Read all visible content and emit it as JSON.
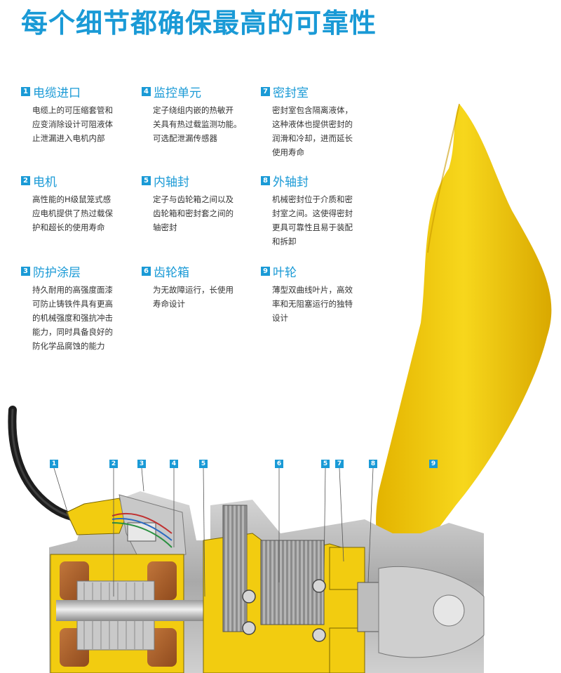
{
  "title": "每个细节都确保最高的可靠性",
  "sections": [
    {
      "num": "1",
      "heading": "电缆进口",
      "body": "电缆上的可压缩套管和\n应变消除设计可阻液体\n止泄漏进入电机内部"
    },
    {
      "num": "2",
      "heading": "电机",
      "body": "高性能的H级鼠笼式感\n应电机提供了热过载保\n护和超长的使用寿命"
    },
    {
      "num": "3",
      "heading": "防护涂层",
      "body": "持久耐用的高强度面漆\n可防止铸铁件具有更高\n的机械强度和强抗冲击\n能力，同时具备良好的\n防化学品腐蚀的能力"
    },
    {
      "num": "4",
      "heading": "监控单元",
      "body": "定子绕组内嵌的热敏开\n关具有热过载监测功能。\n可选配泄漏传感器"
    },
    {
      "num": "5",
      "heading": "内轴封",
      "body": "定子与齿轮箱之间以及\n齿轮箱和密封套之间的\n轴密封"
    },
    {
      "num": "6",
      "heading": "齿轮箱",
      "body": "为无故障运行，长使用\n寿命设计"
    },
    {
      "num": "7",
      "heading": "密封室",
      "body": "密封室包含隔离液体，\n这种液体也提供密封的\n润滑和冷却，进而延长\n使用寿命"
    },
    {
      "num": "8",
      "heading": "外轴封",
      "body": "机械密封位于介质和密\n封室之间。这使得密封\n更具可靠性且易于装配\n和拆卸"
    },
    {
      "num": "9",
      "heading": "叶轮",
      "body": "薄型双曲线叶片，高效\n率和无阻塞运行的独特\n设计"
    }
  ],
  "callouts": [
    "1",
    "2",
    "3",
    "4",
    "5",
    "6",
    "5",
    "7",
    "8",
    "9"
  ],
  "colors": {
    "accent": "#1a9ad6",
    "yellow": "#f2cc10",
    "casing": "#b3b3b3"
  }
}
